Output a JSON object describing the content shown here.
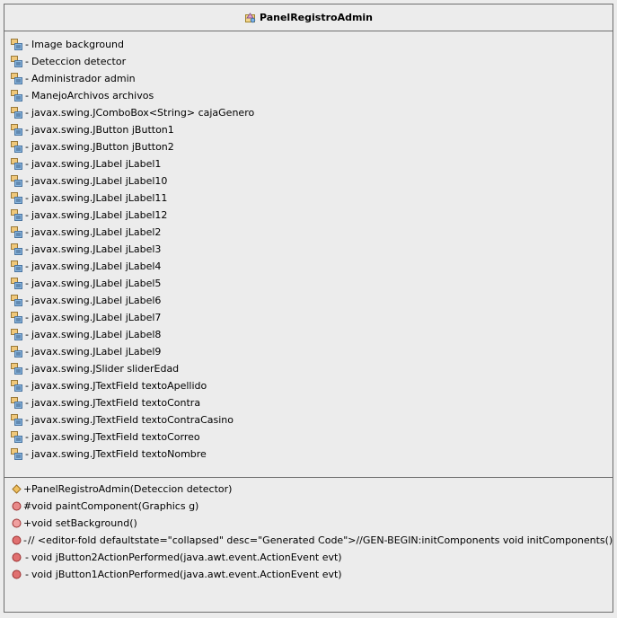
{
  "class_name": "PanelRegistroAdmin",
  "icons": {
    "class": "class-icon",
    "field": "field-icon",
    "constructor": "constructor-icon",
    "method": "method-icon"
  },
  "colors": {
    "border": "#6e6e6e",
    "background": "#ececec"
  },
  "fields": [
    {
      "vis": "-",
      "text": "Image background"
    },
    {
      "vis": "-",
      "text": "Deteccion detector"
    },
    {
      "vis": "-",
      "text": "Administrador admin"
    },
    {
      "vis": "-",
      "text": "ManejoArchivos archivos"
    },
    {
      "vis": "-",
      "text": "javax.swing.JComboBox<String> cajaGenero"
    },
    {
      "vis": "-",
      "text": "javax.swing.JButton jButton1"
    },
    {
      "vis": "-",
      "text": "javax.swing.JButton jButton2"
    },
    {
      "vis": "-",
      "text": "javax.swing.JLabel jLabel1"
    },
    {
      "vis": "-",
      "text": "javax.swing.JLabel jLabel10"
    },
    {
      "vis": "-",
      "text": "javax.swing.JLabel jLabel11"
    },
    {
      "vis": "-",
      "text": "javax.swing.JLabel jLabel12"
    },
    {
      "vis": "-",
      "text": "javax.swing.JLabel jLabel2"
    },
    {
      "vis": "-",
      "text": "javax.swing.JLabel jLabel3"
    },
    {
      "vis": "-",
      "text": "javax.swing.JLabel jLabel4"
    },
    {
      "vis": "-",
      "text": "javax.swing.JLabel jLabel5"
    },
    {
      "vis": "-",
      "text": "javax.swing.JLabel jLabel6"
    },
    {
      "vis": "-",
      "text": "javax.swing.JLabel jLabel7"
    },
    {
      "vis": "-",
      "text": "javax.swing.JLabel jLabel8"
    },
    {
      "vis": "-",
      "text": "javax.swing.JLabel jLabel9"
    },
    {
      "vis": "-",
      "text": "javax.swing.JSlider sliderEdad"
    },
    {
      "vis": "-",
      "text": "javax.swing.JTextField textoApellido"
    },
    {
      "vis": "-",
      "text": "javax.swing.JTextField textoContra"
    },
    {
      "vis": "-",
      "text": "javax.swing.JTextField textoContraCasino"
    },
    {
      "vis": "-",
      "text": "javax.swing.JTextField textoCorreo"
    },
    {
      "vis": "-",
      "text": "javax.swing.JTextField textoNombre"
    }
  ],
  "methods": [
    {
      "kind": "constructor",
      "vis": "+",
      "text": "PanelRegistroAdmin(Deteccion detector)"
    },
    {
      "kind": "protected",
      "vis": "#",
      "text": "void paintComponent(Graphics g)"
    },
    {
      "kind": "public",
      "vis": "+",
      "text": "void setBackground()"
    },
    {
      "kind": "private",
      "vis": "-",
      "text": "// <editor-fold defaultstate=\"collapsed\" desc=\"Generated Code\">//GEN-BEGIN:initComponents void initComponents()"
    },
    {
      "kind": "private",
      "vis": "-",
      "text": "void jButton2ActionPerformed(java.awt.event.ActionEvent evt)"
    },
    {
      "kind": "private",
      "vis": "-",
      "text": "void jButton1ActionPerformed(java.awt.event.ActionEvent evt)"
    }
  ]
}
